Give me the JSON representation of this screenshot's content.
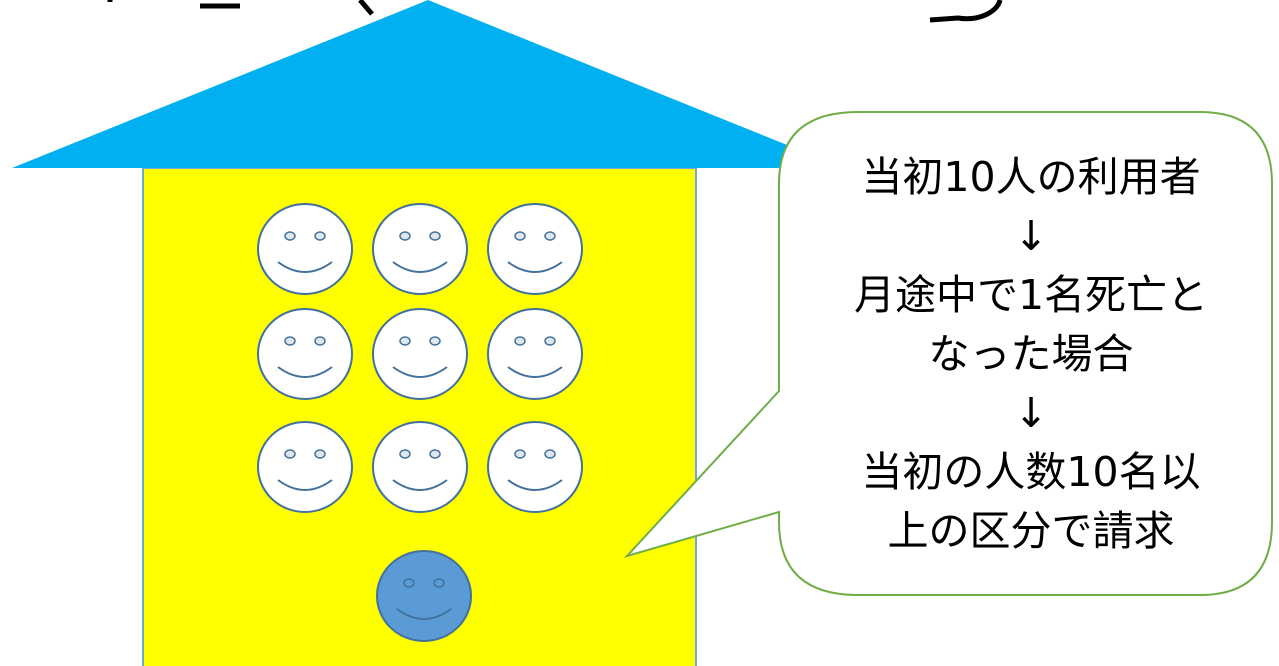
{
  "colors": {
    "roof": "#00b0f0",
    "wall": "#ffff00",
    "wall_border": "#6fa8dc",
    "face_fill": "#ffffff",
    "face_stroke": "#41719c",
    "highlight_face": "#5b9bd5",
    "bubble_fill": "#ffffff",
    "bubble_stroke": "#70ad47"
  },
  "faces": {
    "residents": 9,
    "highlighted": 1
  },
  "callout": {
    "lines": [
      "当初10人の利用者",
      "↓",
      "月途中で1名死亡と",
      "なった場合",
      "↓",
      "当初の人数10名以",
      "上の区分で請求"
    ]
  }
}
